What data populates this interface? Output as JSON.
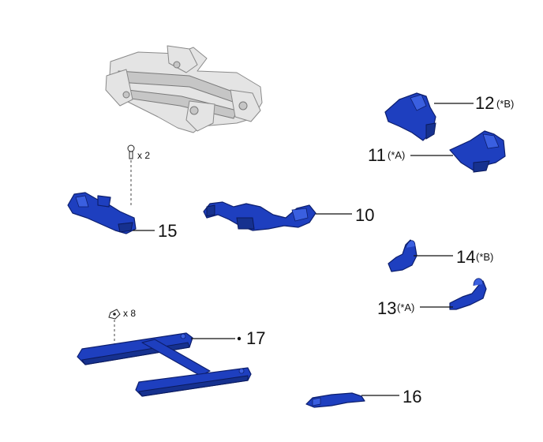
{
  "callouts": {
    "c12": {
      "number": "12",
      "note": "(*B)"
    },
    "c11": {
      "number": "11",
      "note": "(*A)"
    },
    "c15": {
      "number": "15",
      "note": ""
    },
    "c10": {
      "number": "10",
      "note": ""
    },
    "c14": {
      "number": "14",
      "note": "(*B)"
    },
    "c13": {
      "number": "13",
      "note": "(*A)"
    },
    "c17": {
      "number": "17",
      "note": "",
      "marker": "•"
    },
    "c16": {
      "number": "16",
      "note": ""
    }
  },
  "fasteners": {
    "bolt_qty": "x 2",
    "nut_qty": "x 8"
  },
  "colors": {
    "part_blue": "#1e3fbf",
    "frame_gray": "#e4e4e4"
  }
}
